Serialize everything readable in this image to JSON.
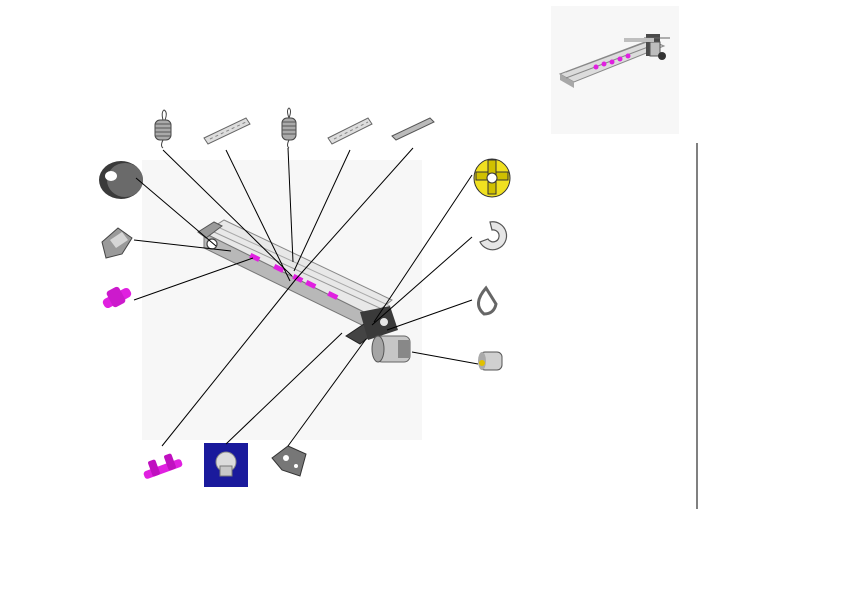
{
  "diagram": {
    "kind": "exploded-parts-view",
    "parts": [
      {
        "id": "tension-spring-1",
        "icon": "spring-icon",
        "color": "#9a9a9a"
      },
      {
        "id": "roller-shaft-1",
        "icon": "shaft-icon",
        "color": "#bdbdbd"
      },
      {
        "id": "tension-spring-2",
        "icon": "spring-icon",
        "color": "#9a9a9a"
      },
      {
        "id": "roller-shaft-2",
        "icon": "shaft-icon",
        "color": "#bdbdbd"
      },
      {
        "id": "pin",
        "icon": "pin-icon",
        "color": "#a8a8a8"
      },
      {
        "id": "roller-ring",
        "icon": "ring-icon",
        "color": "#3a3a3a"
      },
      {
        "id": "bracket-clip",
        "icon": "clip-icon",
        "color": "#8f8f8f"
      },
      {
        "id": "pressure-roller-magenta",
        "icon": "roller-icon",
        "color": "#e020e0"
      },
      {
        "id": "gear-yellow",
        "icon": "gear-icon",
        "color": "#f0e020"
      },
      {
        "id": "e-ring",
        "icon": "e-ring-icon",
        "color": "#9a9a9a"
      },
      {
        "id": "wire-clip",
        "icon": "wire-clip-icon",
        "color": "#8a8a8a"
      },
      {
        "id": "motor",
        "icon": "motor-icon",
        "color": "#b8b8b8"
      },
      {
        "id": "small-roller-magenta",
        "icon": "roller-icon",
        "color": "#e020e0"
      },
      {
        "id": "screw-highlighted",
        "icon": "screw-icon",
        "color": "#1a1a9c"
      },
      {
        "id": "mounting-plate",
        "icon": "plate-icon",
        "color": "#777777"
      }
    ],
    "colors": {
      "accent_magenta": "#e020e0",
      "accent_yellow": "#f0e020",
      "highlight_blue": "#1a1a9c",
      "metal": "#c8c8c8"
    }
  }
}
